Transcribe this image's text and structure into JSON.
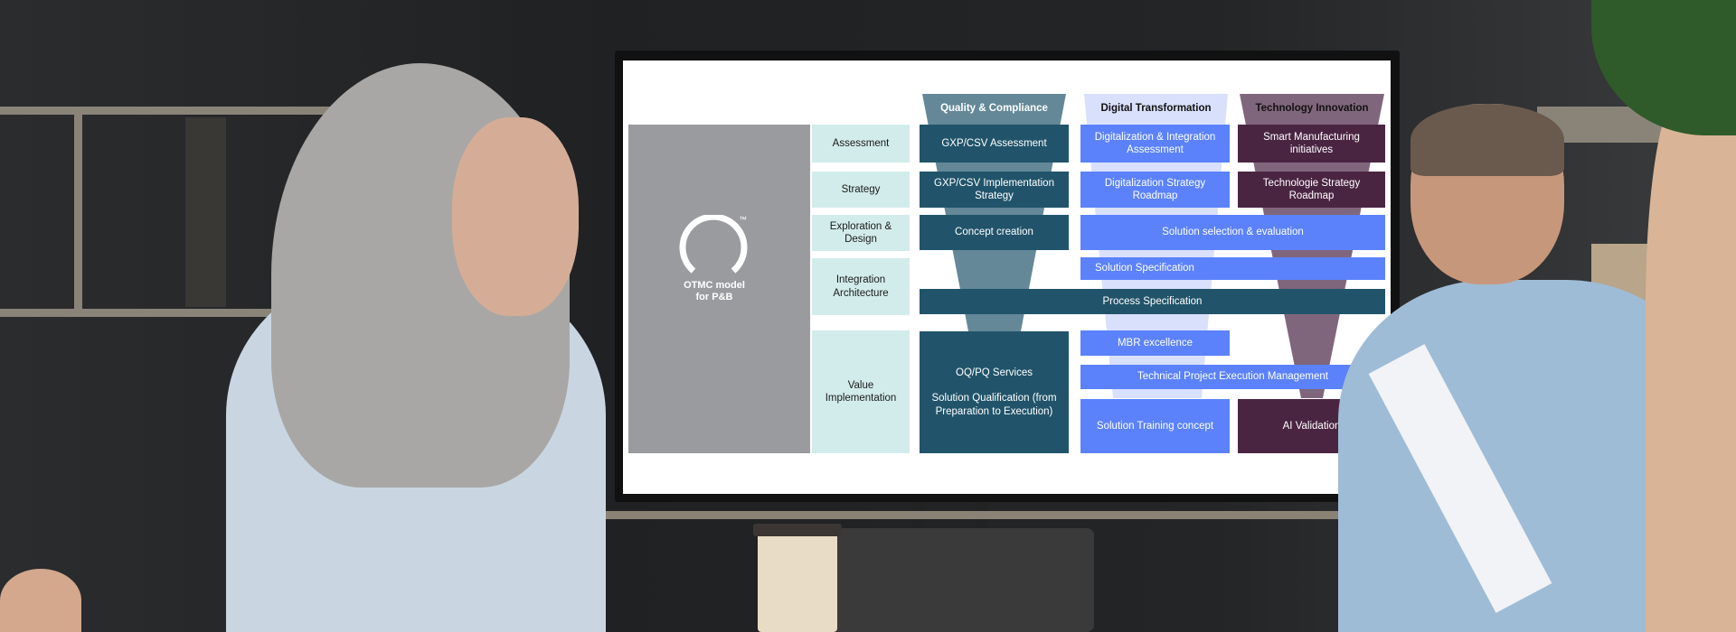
{
  "slide": {
    "logo": {
      "name": "OTMC model for P&B",
      "line1": "OTMC model",
      "line2": "for P&B",
      "tm": "™"
    },
    "row_labels": [
      "Assessment",
      "Strategy",
      "Exploration & Design",
      "Integration Architecture",
      "Value Implementation"
    ],
    "columns": {
      "quality": {
        "header": "Quality & Compliance",
        "color": "#21546a",
        "funnel_color": "#648898"
      },
      "digital": {
        "header": "Digital Transformation",
        "color": "#5b82fb",
        "funnel_color": "#d9e0fc"
      },
      "technology": {
        "header": "Technology Innovation",
        "color": "#4a2542",
        "funnel_color": "#80667c"
      }
    },
    "blocks": {
      "gxp_assessment": "GXP/CSV Assessment",
      "gxp_strategy": "GXP/CSV Implementation Strategy",
      "concept_creation": "Concept creation",
      "oqpq_services": "OQ/PQ Services",
      "solution_qualification": "Solution Qualification (from Preparation to Execution)",
      "dig_assessment": "Digitalization & Integration Assessment",
      "dig_strategy": "Digitalization Strategy Roadmap",
      "solution_selection": "Solution selection & evaluation",
      "solution_specification": "Solution Specification",
      "process_specification": "Process Specification",
      "mbr_excellence": "MBR excellence",
      "tech_project": "Technical Project Execution Management",
      "solution_training": "Solution Training concept",
      "smart_manufacturing": "Smart Manufacturing initiatives",
      "tech_strategy": "Technologie Strategy Roadmap",
      "ai_validation": "AI Validation"
    }
  }
}
